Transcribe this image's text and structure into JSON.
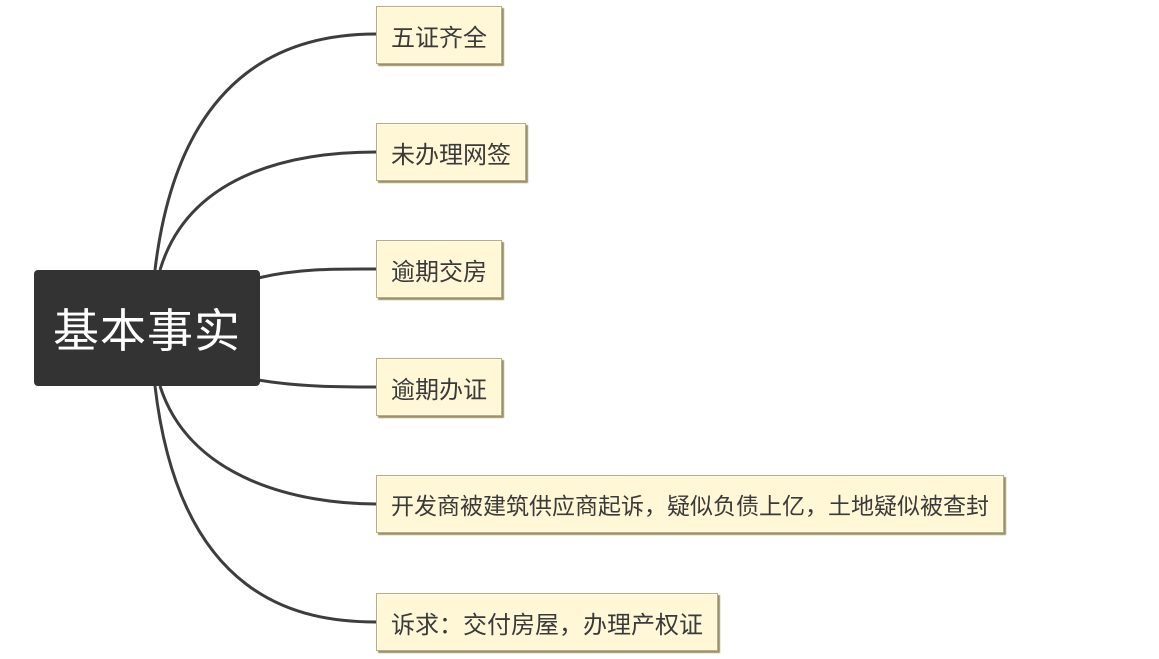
{
  "colors": {
    "root_background": "#333333",
    "root_text": "#ffffff",
    "branch_background": "#fff7d6",
    "branch_border": "#b9ad82",
    "connector": "#3d3d3d",
    "page_background": "#ffffff"
  },
  "root": {
    "label": "基本事实"
  },
  "branches": [
    {
      "label": "五证齐全"
    },
    {
      "label": "未办理网签"
    },
    {
      "label": "逾期交房"
    },
    {
      "label": "逾期办证"
    },
    {
      "label": "开发商被建筑供应商起诉，疑似负债上亿，土地疑似被查封"
    },
    {
      "label": "诉求：交付房屋，办理产权证"
    }
  ]
}
